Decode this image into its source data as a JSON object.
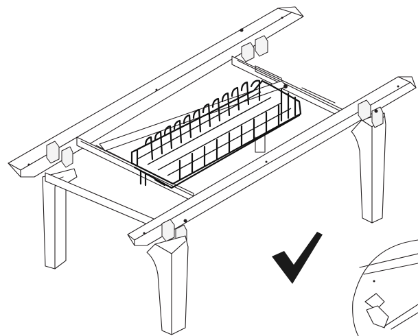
{
  "diagram": {
    "subject": "desk-frame-with-cable-basket",
    "indicator": "check-mark",
    "detail": "corner-bracket-inset",
    "colors": {
      "line": "#231f20",
      "basket": "#111111",
      "check": "#1a1a1a",
      "background": "#ffffff"
    }
  }
}
